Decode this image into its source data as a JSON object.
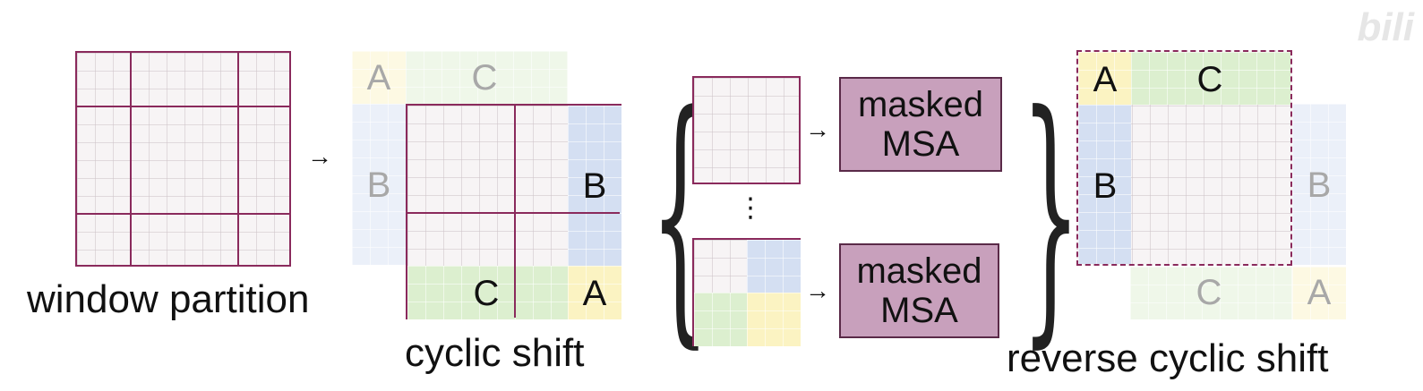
{
  "captions": {
    "window_partition": "window partition",
    "cyclic_shift": "cyclic shift",
    "reverse_cyclic_shift": "reverse cyclic shift"
  },
  "region_labels": {
    "a": "A",
    "b": "B",
    "c": "C"
  },
  "msa_blocks": [
    {
      "line1": "masked",
      "line2": "MSA"
    },
    {
      "line1": "masked",
      "line2": "MSA"
    }
  ],
  "ellipsis": "⋮",
  "arrow_glyph": "→",
  "colors": {
    "border": "#8a2a5c",
    "msa_fill": "#c8a0bc",
    "region_a": "#fbf3c2",
    "region_b": "#d4dff2",
    "region_c": "#dcefcf"
  }
}
